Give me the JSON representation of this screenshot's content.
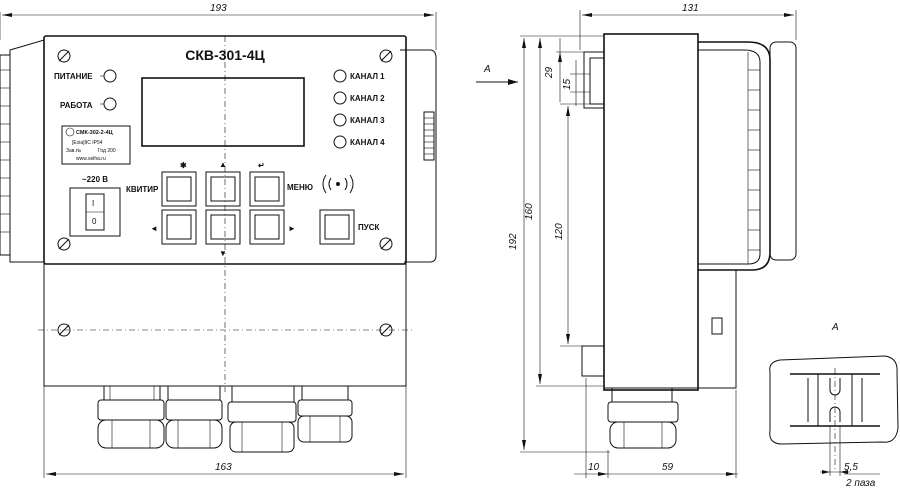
{
  "device": {
    "title": "СКВ-301-4Ц",
    "indicators_left": [
      "ПИТАНИЕ",
      "РАБОТА"
    ],
    "channels": [
      "КАНАЛ 1",
      "КАНАЛ 2",
      "КАНАЛ 3",
      "КАНАЛ 4"
    ],
    "buttons": {
      "ack": "КВИТИР",
      "menu": "МЕНЮ",
      "start": "ПУСК",
      "star": "✱",
      "enter": "↵",
      "arrow_up": "▲",
      "arrow_down": "▼",
      "arrow_left": "◄",
      "arrow_right": "►"
    },
    "power": {
      "label": "~220 В",
      "switch_on": "I",
      "switch_off": "0"
    },
    "nameplate": {
      "model": "СМК-302-2-4Ц",
      "marking": "[Exia]IIC IP54",
      "serial": "Зав.№",
      "year": "Год 200",
      "site": "www.selha.ru"
    },
    "wireless_icon": "wireless-signal-icon"
  },
  "dimensions": {
    "front_width_overall": "193",
    "front_width_base": "163",
    "side_depth_overall": "131",
    "side_29": "29",
    "side_15": "15",
    "side_160": "160",
    "side_192": "192",
    "side_120": "120",
    "side_10": "10",
    "side_59": "59",
    "detail_55": "5,5",
    "detail_holes": "2 паза"
  },
  "views": {
    "arrow_view": "A",
    "detail_view": "A"
  }
}
